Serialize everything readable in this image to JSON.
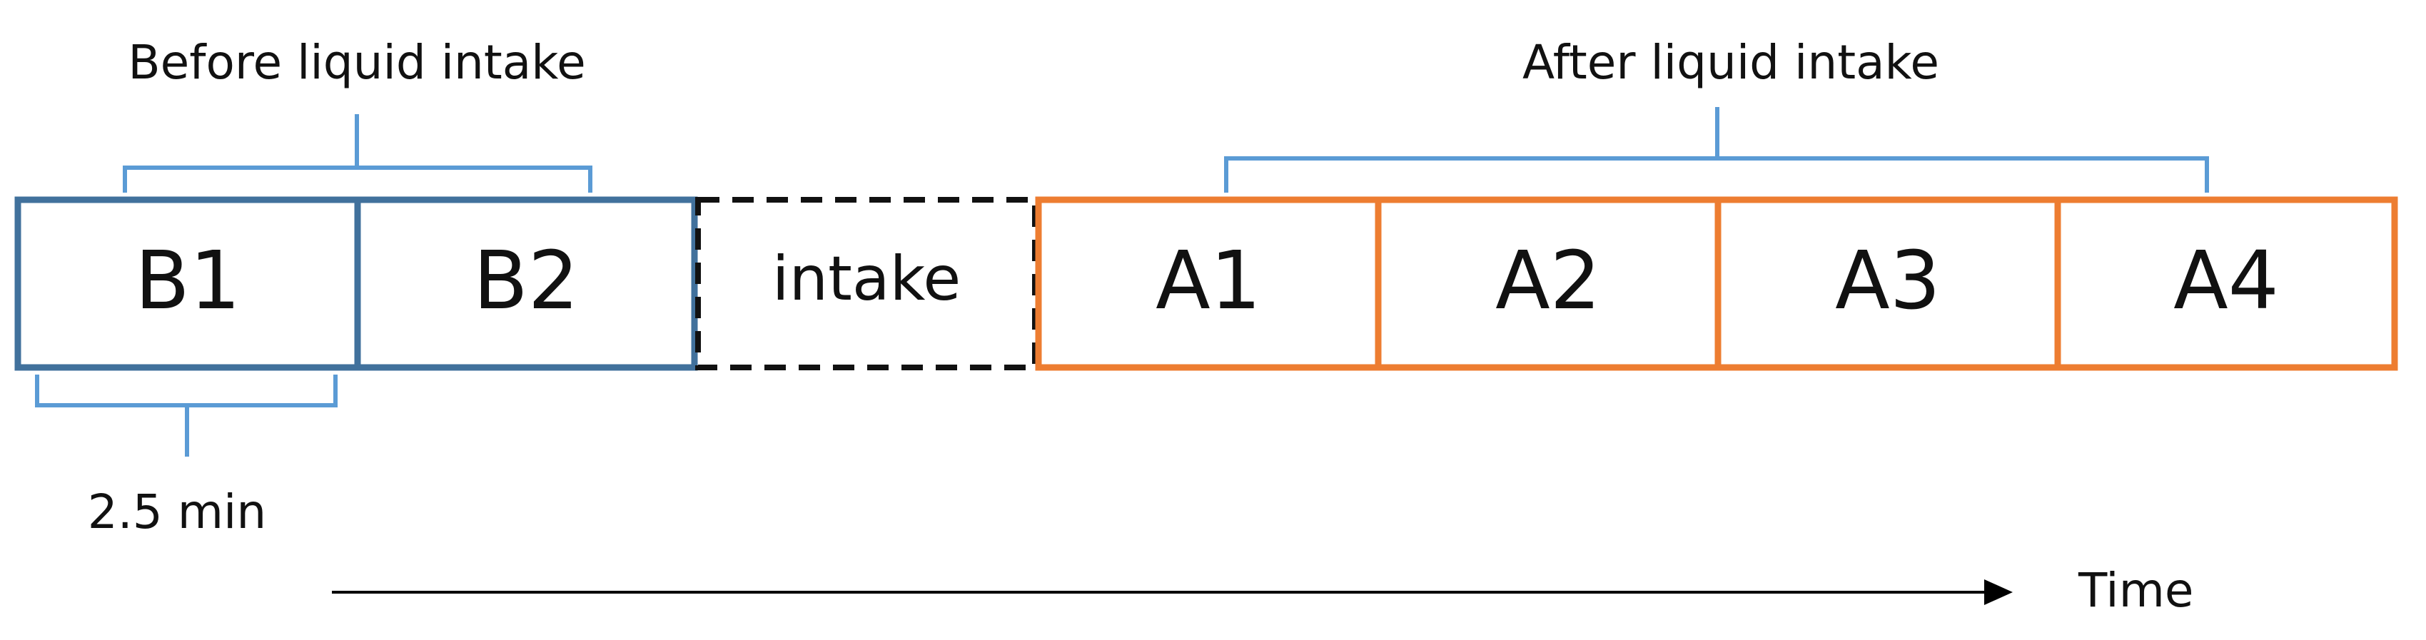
{
  "colors": {
    "before": "#41719c",
    "intake": "#111111",
    "after": "#ed7d31",
    "brace": "#5b9bd5",
    "arrow": "#000000"
  },
  "labels": {
    "before_group": "Before liquid intake",
    "after_group": "After liquid intake",
    "duration": "2.5 min",
    "time": "Time"
  },
  "segments": {
    "b1": "B1",
    "b2": "B2",
    "intake": "intake",
    "a1": "A1",
    "a2": "A2",
    "a3": "A3",
    "a4": "A4"
  }
}
